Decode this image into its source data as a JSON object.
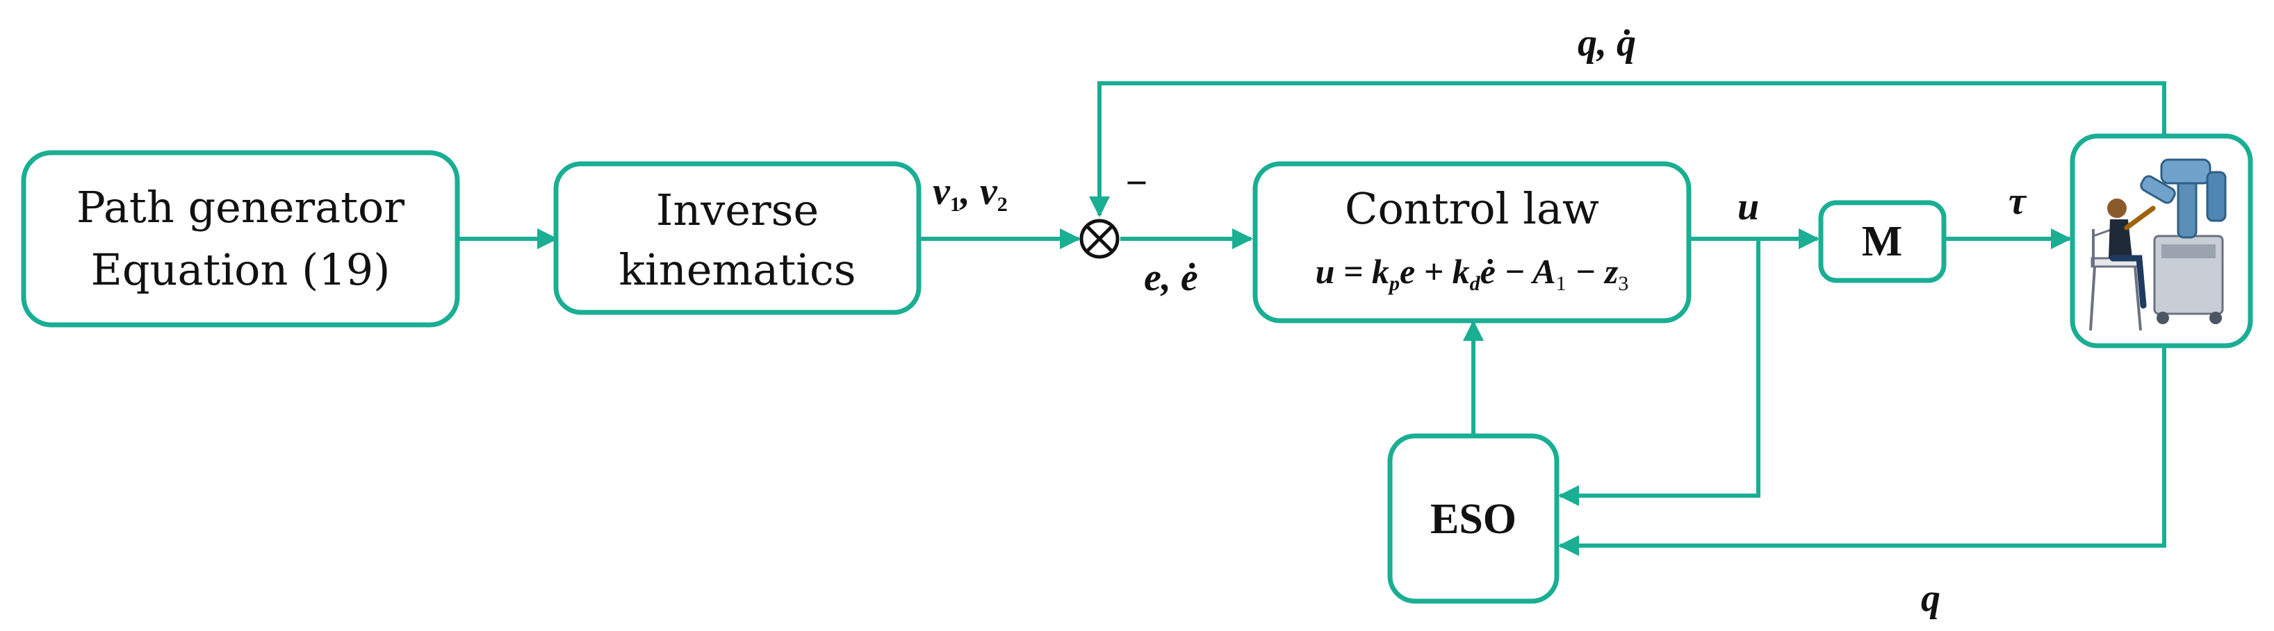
{
  "colors": {
    "accent": "#1aae93",
    "text": "#111111"
  },
  "blocks": {
    "path_generator": {
      "line1": "Path generator",
      "line2": "Equation (19)"
    },
    "inverse_kinematics": {
      "line1": "Inverse",
      "line2": "kinematics"
    },
    "control_law": {
      "title": "Control law",
      "formula": "u = kpe + kdė − A1 − z3"
    },
    "m_block": {
      "label": "M"
    },
    "eso": {
      "label": "ESO"
    },
    "plant": {
      "icon": "robot-with-seated-operator"
    }
  },
  "signals": {
    "v": "v1, v2",
    "minus": "−",
    "error": "e, ė",
    "u": "u",
    "tau": "τ",
    "q_qdot": "q, q̇",
    "q": "q"
  },
  "summing_junction": {
    "symbol": "⊗"
  }
}
